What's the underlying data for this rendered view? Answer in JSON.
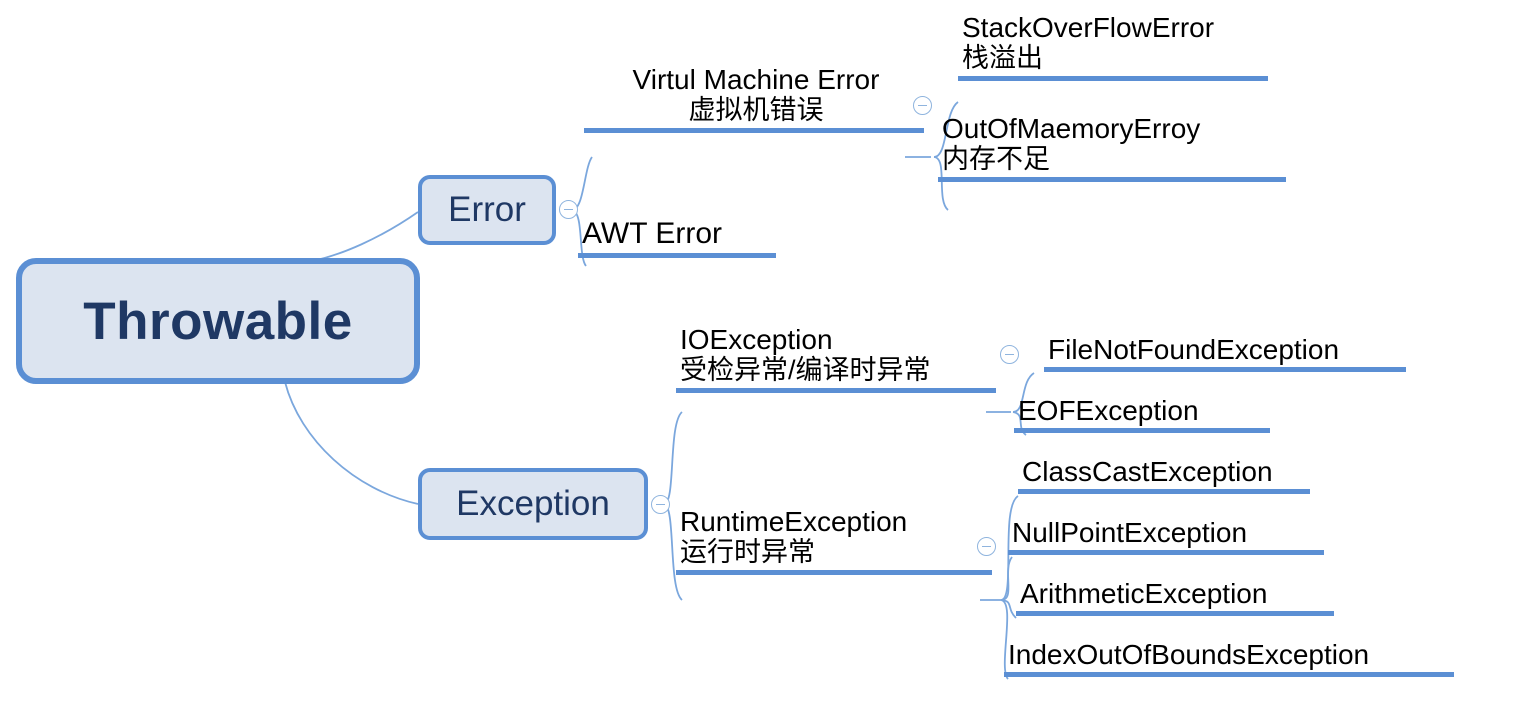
{
  "diagram": {
    "title": "Java Throwable hierarchy mind map",
    "colors": {
      "node_border": "#5b8fd4",
      "node_fill": "#dce4f0",
      "root_text": "#1f3864",
      "bar": "#5b8fd4",
      "connector": "#7ba7dd",
      "leaf_text": "#000000",
      "background": "#ffffff"
    },
    "root": {
      "label": "Throwable"
    },
    "branches": [
      {
        "id": "error",
        "label": "Error",
        "toggle": "collapse-minus-icon",
        "children": [
          {
            "id": "virtual-machine-error",
            "en": "Virtul Machine Error",
            "cn": "虚拟机错误",
            "toggle": "collapse-minus-icon",
            "children": [
              {
                "id": "stack-overflow-error",
                "en": "StackOverFlowError",
                "cn": "栈溢出"
              },
              {
                "id": "out-of-memory-error",
                "en": "OutOfMaemoryErroy",
                "cn": "内存不足"
              }
            ]
          },
          {
            "id": "awt-error",
            "en": "AWT Error",
            "cn": "",
            "children": []
          }
        ]
      },
      {
        "id": "exception",
        "label": "Exception",
        "toggle": "collapse-minus-icon",
        "children": [
          {
            "id": "ioexception",
            "en": "IOException",
            "cn": "受检异常/编译时异常",
            "toggle": "collapse-minus-icon",
            "children": [
              {
                "id": "file-not-found-exception",
                "en": "FileNotFoundException",
                "cn": ""
              },
              {
                "id": "eof-exception",
                "en": "EOFException",
                "cn": ""
              }
            ]
          },
          {
            "id": "runtime-exception",
            "en": "RuntimeException",
            "cn": "运行时异常",
            "toggle": "collapse-minus-icon",
            "children": [
              {
                "id": "class-cast-exception",
                "en": "ClassCastException",
                "cn": ""
              },
              {
                "id": "null-point-exception",
                "en": "NullPointException",
                "cn": ""
              },
              {
                "id": "arithmetic-exception",
                "en": "ArithmeticException",
                "cn": ""
              },
              {
                "id": "index-out-of-bounds-exception",
                "en": "IndexOutOfBoundsException",
                "cn": ""
              }
            ]
          }
        ]
      }
    ]
  }
}
